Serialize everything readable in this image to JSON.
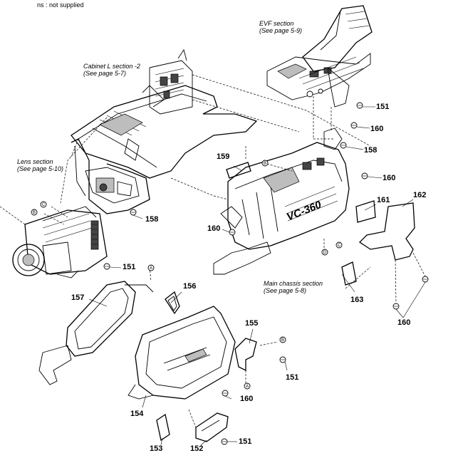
{
  "note": "ns : not supplied",
  "sections": {
    "evf": [
      "EVF section",
      "(See page 5-9)"
    ],
    "cabinet": [
      "Cabinet L section -2",
      "(See page 5-7)"
    ],
    "lens": [
      "Lens section",
      "(See page 5-10)"
    ],
    "chassis": [
      "Main chassis section",
      "(See page 5-8)"
    ]
  },
  "model_marking": "VC-360",
  "ref_marks": [
    "A",
    "B",
    "C",
    "D"
  ],
  "parts": {
    "p151a": "151",
    "p160a": "160",
    "p158a": "158",
    "p159": "159",
    "p160b": "160",
    "p162": "162",
    "p161": "161",
    "p158b": "158",
    "p160c": "160",
    "p151b": "151",
    "p157": "157",
    "p156": "156",
    "p163": "163",
    "p160d": "160",
    "p155": "155",
    "p151c": "151",
    "p160e": "160",
    "p154": "154",
    "p153": "153",
    "p152": "152",
    "p151d": "151"
  }
}
